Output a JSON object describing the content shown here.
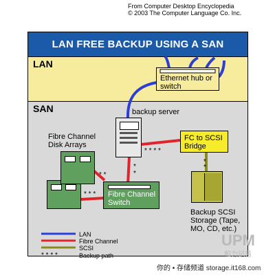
{
  "credit": {
    "line1": "From Computer Desktop Encyclopedia",
    "line2": "© 2003 The Computer Language Co. Inc."
  },
  "title": "LAN FREE BACKUP USING A SAN",
  "zones": {
    "lan": "LAN",
    "san": "SAN"
  },
  "nodes": {
    "hub": "Ethernet hub or switch",
    "backup_server": "backup server",
    "bridge": "FC to SCSI Bridge",
    "disk_arrays": "Fibre Channel Disk Arrays",
    "fc_switch": "Fibre Channel Switch",
    "scsi_storage": "Backup SCSI Storage (Tape, MO, CD, etc.)"
  },
  "legend": [
    {
      "label": "LAN",
      "color": "#2b3fd6",
      "style": "line"
    },
    {
      "label": "Fibre Channel",
      "color": "#e0242b",
      "style": "line"
    },
    {
      "label": "SCSI",
      "color": "#8c8a1e",
      "style": "line"
    },
    {
      "label": "Backup path",
      "color": "#000000",
      "style": "stars"
    }
  ],
  "watermark": {
    "logo": "UPM",
    "sub": "和力记易",
    "footer": "你的 • 存储频道 storage.it168.com"
  }
}
